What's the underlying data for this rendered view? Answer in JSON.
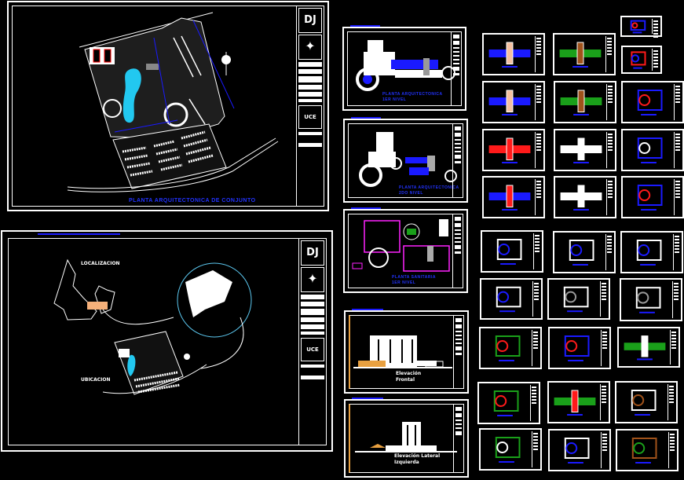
{
  "sheets": {
    "site_plan": {
      "title": "PLANTA ARQUITECTONICA DE CONJUNTO",
      "logo": "DJ",
      "stamp": "UCE"
    },
    "location": {
      "label_localizacion": "LOCALIZACION",
      "label_ubicacion": "UBICACION",
      "logo": "DJ",
      "stamp": "UCE"
    },
    "floor1": {
      "title": "PLANTA ARQUITECTONICA",
      "subtitle": "1ER NIVEL"
    },
    "floor2": {
      "title": "PLANTA ARQUITECTONICA",
      "subtitle": "2DO NIVEL"
    },
    "sanitary": {
      "title": "PLANTA SANITARIA",
      "subtitle": "1ER NIVEL"
    },
    "elev_front": {
      "title": "Elevación",
      "subtitle": "Frontal"
    },
    "elev_left": {
      "title": "Elevación Lateral",
      "subtitle": "Izquierda"
    }
  },
  "colors": {
    "accent_blue": "#1a1aff",
    "pool": "#22c8f0",
    "red": "#ff1a1a",
    "green": "#1aa01a",
    "magenta": "#ff22ff",
    "brown": "#a0521a"
  }
}
